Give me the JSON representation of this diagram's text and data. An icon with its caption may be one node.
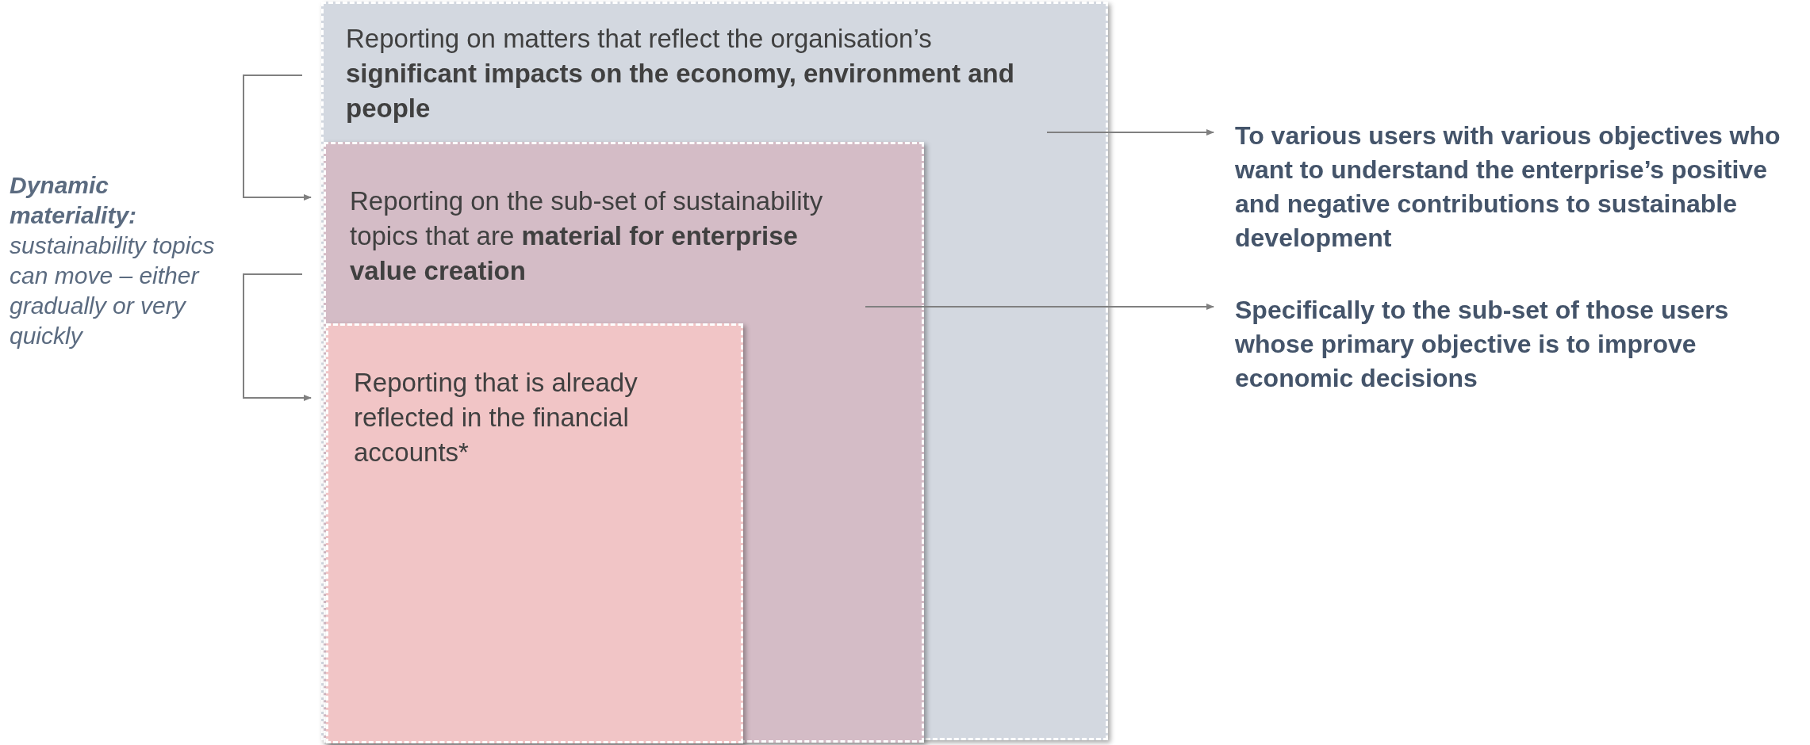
{
  "diagram": {
    "nodes": [
      {
        "text": [
          "Reporting on matters that reflect the organisation’s **significant impacts on the economy, environment and people**"
        ]
      },
      {
        "text": [
          "Reporting on the sub-set of sustainability topics that are **material for enterprise value creation**"
        ],
        "in": 0
      },
      {
        "text": [
          "Reporting that is already reflected in the financial accounts*"
        ],
        "in": 1
      },
      {
        "text": [
          "To various users with various objectives who want to understand the enterprise’s positive and negative contributions to sustainable development"
        ]
      },
      {
        "text": [
          "Specifically to the sub-set of those users whose primary objective is to improve economic decisions"
        ]
      },
      {
        "text": [
          "**Dynamic materiality:** sustainability topics can move – either gradually or very quickly"
        ]
      }
    ],
    "edges": [
      {
        "from": 0,
        "to": 1,
        "arrow": "to"
      },
      {
        "from": 1,
        "to": 2,
        "arrow": "to"
      },
      {
        "from": 0,
        "to": 3,
        "arrow": "to"
      },
      {
        "from": 1,
        "to": 4,
        "arrow": "to"
      }
    ]
  }
}
